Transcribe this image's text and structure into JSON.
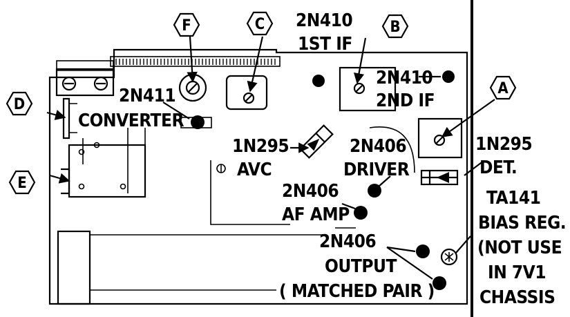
{
  "colors": {
    "ink": "#000000",
    "paper": "#ffffff"
  },
  "callouts": [
    "A",
    "B",
    "C",
    "D",
    "E",
    "F"
  ],
  "labels": {
    "if1_type": "2N410",
    "if1_name": "1ST IF",
    "if2_type": "2N410",
    "if2_name": "2ND IF",
    "conv_type": "2N411",
    "conv_name": "CONVERTER",
    "avc_type": "1N295",
    "avc_name": "AVC",
    "driver_type": "2N406",
    "driver_name": "DRIVER",
    "det_type": "1N295",
    "det_name": "DET.",
    "afamp_type": "2N406",
    "afamp_name": "AF AMP",
    "output_type": "2N406",
    "output_name": "OUTPUT",
    "output_note": "( MATCHED PAIR )",
    "bias_line1": "TA141",
    "bias_line2": "BIAS REG.",
    "bias_line3": "(NOT USE",
    "bias_line4": "IN 7V1",
    "bias_line5": "CHASSIS"
  }
}
